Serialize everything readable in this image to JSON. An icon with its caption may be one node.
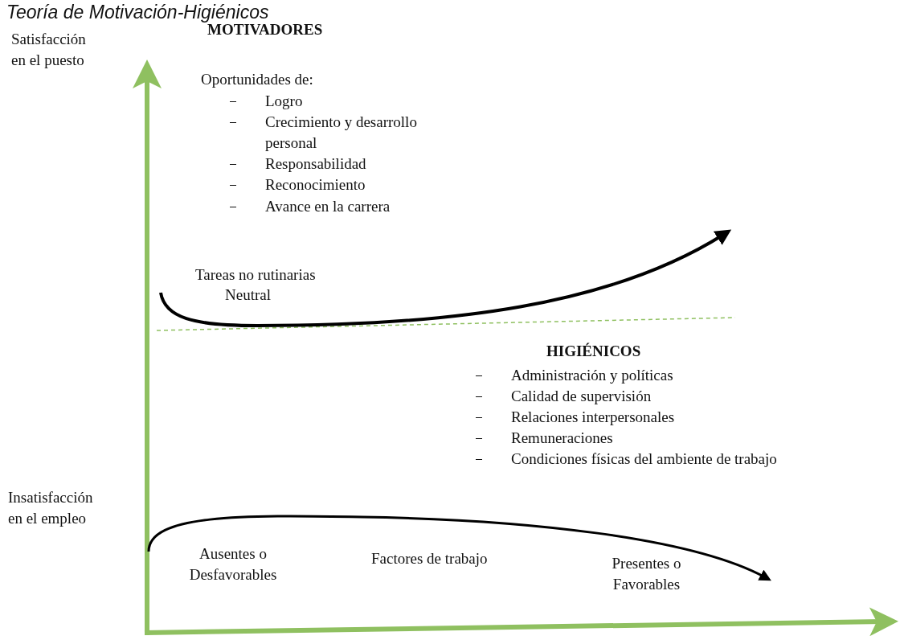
{
  "diagram": {
    "title": "Teoría de Motivación-Higiénicos",
    "labels": [
      "Satisfacción en el puesto",
      "MOTIVADORES",
      "Oportunidades de:",
      "Logro",
      "Crecimiento y desarrollo personal",
      "Responsabilidad",
      "Reconocimiento",
      "Avance en la carrera",
      "Tareas no rutinarias",
      "Neutral",
      "HIGIÉNICOS",
      "Administración y políticas",
      "Calidad de supervisión",
      "Relaciones interpersonales",
      "Remuneraciones",
      "Condiciones físicas del ambiente de trabajo",
      "Insatisfacción en el empleo",
      "Ausentes o Desfavorables",
      "Factores de trabajo",
      "Presentes o Favorables"
    ]
  }
}
